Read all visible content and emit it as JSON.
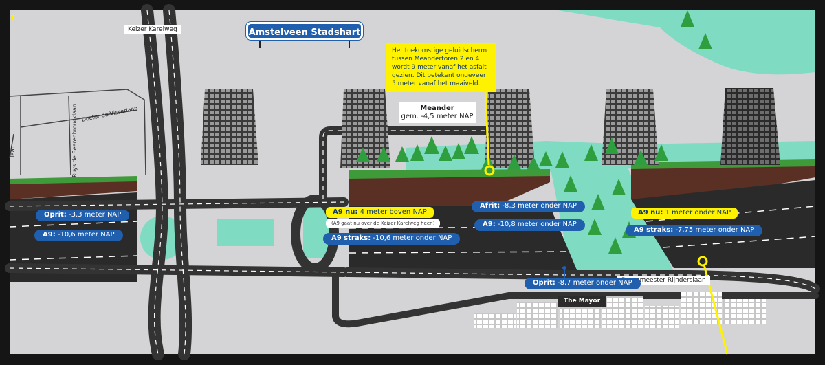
{
  "sign": {
    "title": "Amstelveen Stadshart"
  },
  "streets": {
    "keizer_karelweg": "Keizer Karelweg",
    "doctor_de_visserlaan": "Doctor de Visserlaan",
    "ruys_de_beerenbrouckstraat": "Ruys de Beerenbroucklaan",
    "laan_partial": "...laan",
    "burgemeester_rijnderslaan": "Burgemeester Rijnderslaan"
  },
  "callout": {
    "text": "Het toekomstige geluidscherm tussen Meandertoren 2 en 4 wordt 9 meter vanaf het asfalt gezien. Dit betekent ongeveer 5 meter vanaf het maaiveld."
  },
  "meander": {
    "title": "Meander",
    "subtitle": "gem. -4,5 meter NAP"
  },
  "labels": {
    "oprit_west": {
      "key": "Oprit:",
      "value": " -3,3 meter NAP"
    },
    "a9_west": {
      "key": "A9:",
      "value": " -10,6 meter NAP"
    },
    "a9_nu_center": {
      "key": "A9 nu:",
      "value": " 4 meter boven NAP"
    },
    "a9_nu_center_note": "(A9 gaat nu over de Keizer Karelweg heen)",
    "a9_straks_center": {
      "key": "A9 straks:",
      "value": " -10,6 meter onder NAP"
    },
    "afrit": {
      "key": "Afrit:",
      "value": " -8,3 meter onder NAP"
    },
    "a9_mid": {
      "key": "A9:",
      "value": " -10,8 meter onder NAP"
    },
    "a9_nu_east": {
      "key": "A9 nu:",
      "value": " 1 meter onder NAP"
    },
    "a9_straks_east": {
      "key": "A9 straks:",
      "value": " -7,75 meter onder NAP"
    },
    "oprit_south": {
      "key": "Oprit:",
      "value": " -8,7 meter onder NAP"
    },
    "west_cut_1": "",
    "west_cut_2": ""
  },
  "buildings": {
    "the_mayor": "The Mayor"
  },
  "colors": {
    "panel": "#d4d4d6",
    "road": "#333333",
    "mint": "#7fdcc3",
    "grass": "#3f9a3a",
    "soil": "#5a2f24",
    "tree": "#2e9e3e",
    "yellow": "#fff200",
    "blue": "#1f5fae",
    "frame": "#151515"
  }
}
